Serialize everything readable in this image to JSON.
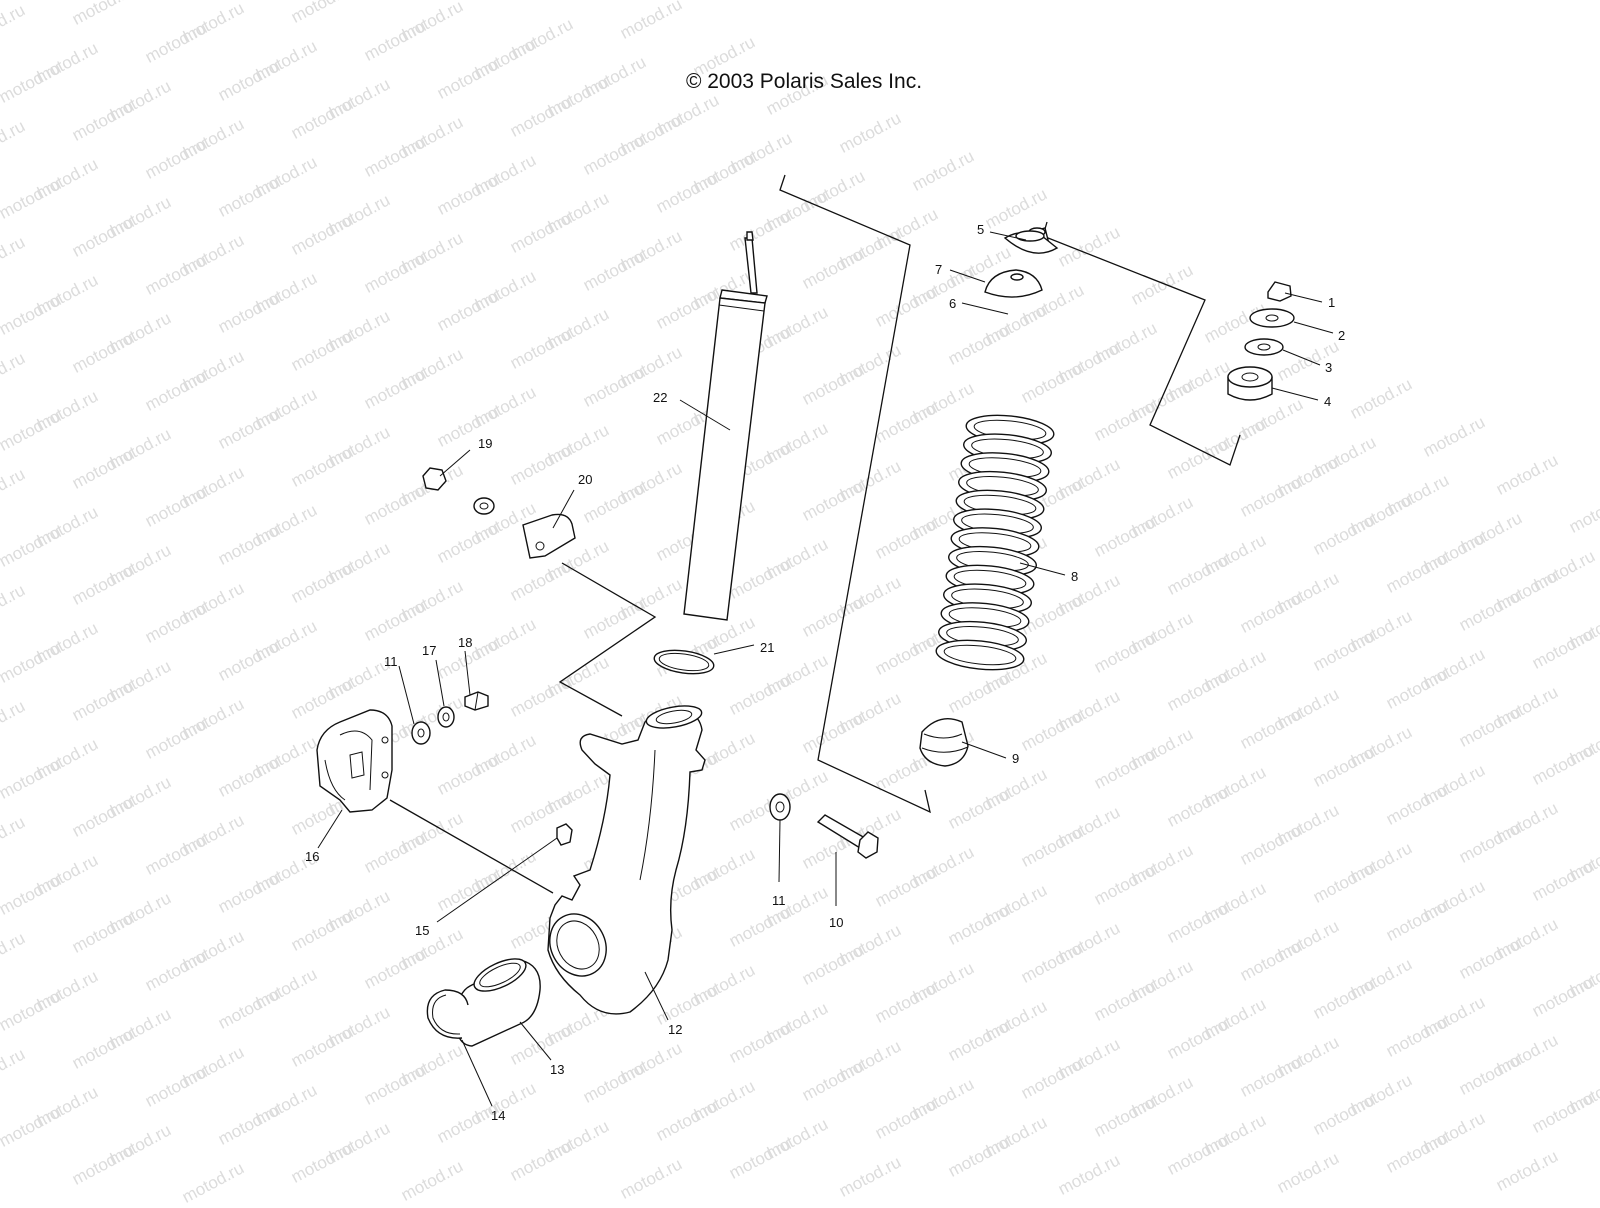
{
  "copyright": "© 2003 Polaris Sales Inc.",
  "watermark_text": "motod.ru",
  "callouts": {
    "c1": "1",
    "c2": "2",
    "c3": "3",
    "c4": "4",
    "c5": "5",
    "c6": "6",
    "c7": "7",
    "c8": "8",
    "c9": "9",
    "c10": "10",
    "c11a": "11",
    "c11b": "11",
    "c12": "12",
    "c13": "13",
    "c14": "14",
    "c15": "15",
    "c16": "16",
    "c17": "17",
    "c18": "18",
    "c19": "19",
    "c20": "20",
    "c21": "21",
    "c22": "22"
  }
}
